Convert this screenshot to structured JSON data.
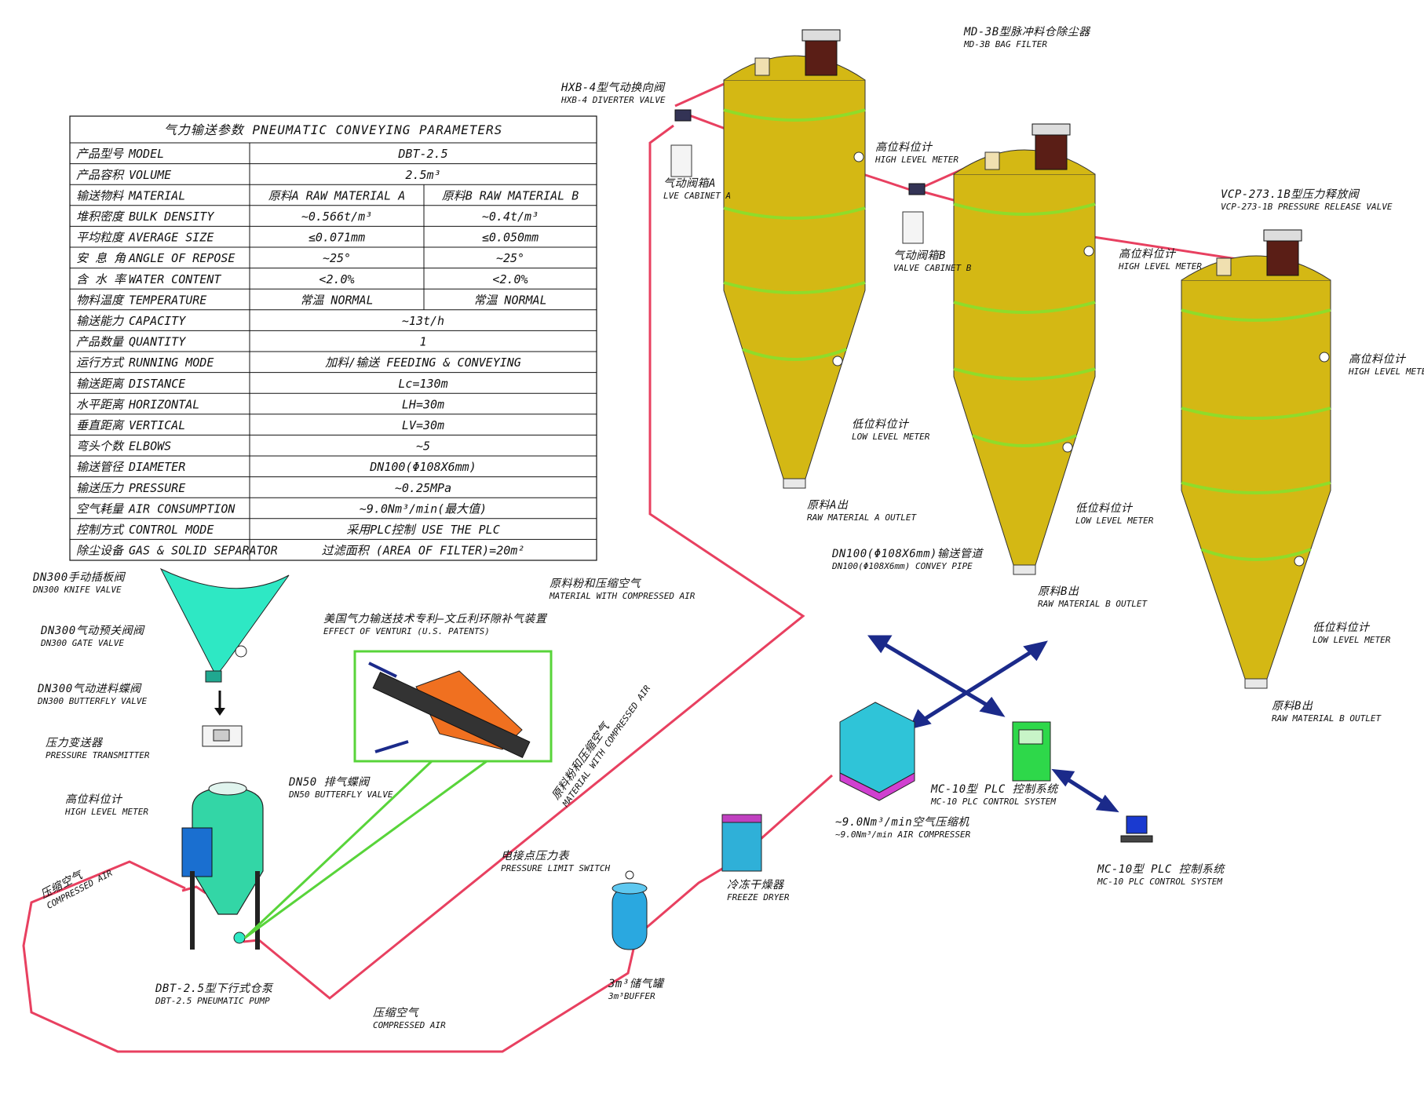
{
  "colors": {
    "silo_fill": "#d4b814",
    "silo_band": "#8fdc2a",
    "pipe": "#e84060",
    "pump_body": "#33d6a6",
    "hopper": "#2ee8c4",
    "filter_top": "#5a1e16",
    "venturi_box": "#58d43a",
    "arrows_blue": "#1b2a8a",
    "compressor": "#2fc4d8",
    "plc_cabinet": "#2ed84a",
    "dryer": "#2fb0d8",
    "buffer_tank": "#2aa8e0"
  },
  "table": {
    "title": "气力输送参数 PNEUMATIC CONVEYING PARAMETERS",
    "rows": [
      {
        "zh": "产品型号",
        "en": "MODEL",
        "value": "DBT-2.5"
      },
      {
        "zh": "产品容积",
        "en": "VOLUME",
        "value": "2.5m³"
      },
      {
        "zh": "输送物料",
        "en": "MATERIAL",
        "a": "原料A RAW MATERIAL A",
        "b": "原料B RAW MATERIAL B"
      },
      {
        "zh": "堆积密度",
        "en": "BULK DENSITY",
        "a": "~0.566t/m³",
        "b": "~0.4t/m³"
      },
      {
        "zh": "平均粒度",
        "en": "AVERAGE SIZE",
        "a": "≤0.071mm",
        "b": "≤0.050mm"
      },
      {
        "zh": "安 息 角",
        "en": "ANGLE OF REPOSE",
        "a": "~25°",
        "b": "~25°"
      },
      {
        "zh": "含 水 率",
        "en": "WATER CONTENT",
        "a": "<2.0%",
        "b": "<2.0%"
      },
      {
        "zh": "物料温度",
        "en": "TEMPERATURE",
        "a": "常温 NORMAL",
        "b": "常温 NORMAL"
      },
      {
        "zh": "输送能力",
        "en": "CAPACITY",
        "value": "~13t/h"
      },
      {
        "zh": "产品数量",
        "en": "QUANTITY",
        "value": "1"
      },
      {
        "zh": "运行方式",
        "en": "RUNNING MODE",
        "value": "加料/输送 FEEDING & CONVEYING"
      },
      {
        "zh": "输送距离",
        "en": "DISTANCE",
        "value": "Lc=130m"
      },
      {
        "zh": "水平距离",
        "en": "HORIZONTAL",
        "value": "LH=30m"
      },
      {
        "zh": "垂直距离",
        "en": "VERTICAL",
        "value": "LV=30m"
      },
      {
        "zh": "弯头个数",
        "en": "ELBOWS",
        "value": "~5"
      },
      {
        "zh": "输送管径",
        "en": "DIAMETER",
        "value": "DN100(Φ108X6mm)"
      },
      {
        "zh": "输送压力",
        "en": "PRESSURE",
        "value": "~0.25MPa"
      },
      {
        "zh": "空气耗量",
        "en": "AIR CONSUMPTION",
        "value": "~9.0Nm³/min(最大值)"
      },
      {
        "zh": "控制方式",
        "en": "CONTROL MODE",
        "value": "采用PLC控制  USE THE PLC"
      },
      {
        "zh": "除尘设备",
        "en": "GAS & SOLID SEPARATOR",
        "value": "过滤面积 (AREA OF FILTER)=20m²"
      }
    ]
  },
  "labels": {
    "md3b_zh": "MD-3B型脉冲料仓除尘器",
    "md3b_en": "MD-3B BAG FILTER",
    "hxb4_zh": "HXB-4型气动换向阀",
    "hxb4_en": "HXB-4 DIVERTER VALVE",
    "cab_a_zh": "气动阀箱A",
    "cab_a_en": "LVE CABINET A",
    "cab_b_zh": "气动阀箱B",
    "cab_b_en": "VALVE CABINET B",
    "hl1_zh": "高位料位计",
    "hl1_en": "HIGH LEVEL METER",
    "hl2_zh": "高位料位计",
    "hl2_en": "HIGH LEVEL METER",
    "hl3_zh": "高位料位计",
    "hl3_en": "HIGH LEVEL METER",
    "ll1_zh": "低位料位计",
    "ll1_en": "LOW LEVEL METER",
    "ll2_zh": "低位料位计",
    "ll2_en": "LOW LEVEL METER",
    "ll3_zh": "低位料位计",
    "ll3_en": "LOW LEVEL METER",
    "vcp_zh": "VCP-273.1B型压力释放阀",
    "vcp_en": "VCP-273-1B PRESSURE RELEASE VALVE",
    "outa_zh": "原料A出",
    "outa_en": "RAW MATERIAL A OUTLET",
    "outb1_zh": "原料B出",
    "outb1_en": "RAW MATERIAL B OUTLET",
    "outb2_zh": "原料B出",
    "outb2_en": "RAW MATERIAL B OUTLET",
    "pipe_zh": "DN100(Φ108X6mm)输送管道",
    "pipe_en": "DN100(Φ108X6mm) CONVEY PIPE",
    "mat_air1_zh": "原料粉和压缩空气",
    "mat_air1_en": "MATERIAL WITH COMPRESSED AIR",
    "mat_air2_zh": "原料粉和压缩空气",
    "mat_air2_en": "MATERIAL WITH COMPRESSED AIR",
    "venturi_zh": "美国气力输送技术专利—文丘利环隙补气装置",
    "venturi_en": "EFFECT OF VENTURI (U.S. PATENTS)",
    "knife_zh": "DN300手动插板阀",
    "knife_en": "DN300 KNIFE VALVE",
    "gate_zh": "DN300气动预关阀阀",
    "gate_en": "DN300 GATE VALVE",
    "butterfly_zh": "DN300气动进料蝶阀",
    "butterfly_en": "DN300 BUTTERFLY VALVE",
    "ptx_zh": "压力变送器",
    "ptx_en": "PRESSURE TRANSMITTER",
    "hlp_zh": "高位料位计",
    "hlp_en": "HIGH LEVEL METER",
    "dn50_zh": "DN50 排气蝶阀",
    "dn50_en": "DN50 BUTTERFLY VALVE",
    "ca1_zh": "压缩空气",
    "ca1_en": "COMPRESSED AIR",
    "ca2_zh": "压缩空气",
    "ca2_en": "COMPRESSED AIR",
    "pump_zh": "DBT-2.5型下行式仓泵",
    "pump_en": "DBT-2.5 PNEUMATIC PUMP",
    "psw_zh": "电接点压力表",
    "psw_en": "PRESSURE LIMIT SWITCH",
    "buffer_zh": "3m³储气罐",
    "buffer_en": "3m³BUFFER",
    "dryer_zh": "冷冻干燥器",
    "dryer_en": "FREEZE DRYER",
    "comp_zh": "~9.0Nm³/min空气压缩机",
    "comp_en": "~9.0Nm³/min AIR COMPRESSER",
    "plc1_zh": "MC-10型 PLC 控制系统",
    "plc1_en": "MC-10 PLC CONTROL SYSTEM",
    "plc2_zh": "MC-10型 PLC 控制系统",
    "plc2_en": "MC-10 PLC CONTROL SYSTEM"
  }
}
